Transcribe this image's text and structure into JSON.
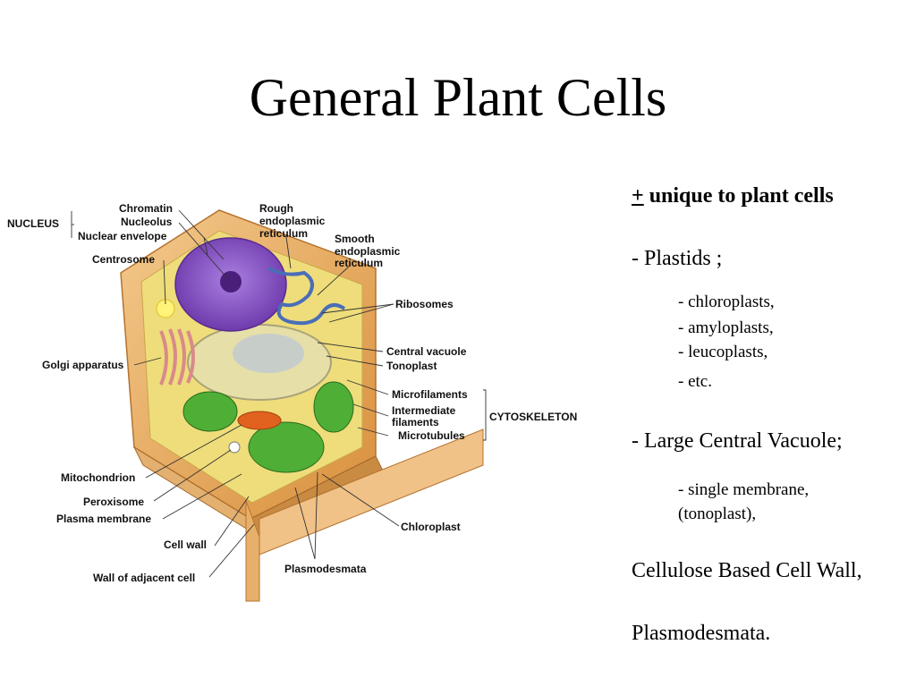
{
  "slide": {
    "title": "General Plant Cells"
  },
  "diagram_labels": {
    "nucleus": "NUCLEUS",
    "chromatin": "Chromatin",
    "nucleolus": "Nucleolus",
    "nuclear_envelope": "Nuclear envelope",
    "centrosome": "Centrosome",
    "rough_er": [
      "Rough",
      "endoplasmic",
      "reticulum"
    ],
    "smooth_er": [
      "Smooth",
      "endoplasmic",
      "reticulum"
    ],
    "ribosomes": "Ribosomes",
    "golgi": "Golgi apparatus",
    "central_vacuole": "Central vacuole",
    "tonoplast": "Tonoplast",
    "microfilaments": "Microfilaments",
    "intermediate": [
      "Intermediate",
      "filaments"
    ],
    "microtubules": "Microtubules",
    "cytoskeleton": "CYTOSKELETON",
    "mitochondrion": "Mitochondrion",
    "peroxisome": "Peroxisome",
    "plasma_membrane": "Plasma membrane",
    "chloroplast": "Chloroplast",
    "cell_wall": "Cell wall",
    "plasmodesmata": "Plasmodesmata",
    "wall_adjacent": "Wall of adjacent cell"
  },
  "notes": {
    "pm_symbol": "+",
    "heading": " unique to plant cells",
    "plastids": "- Plastids ;",
    "plastid_items": [
      "- chloroplasts,",
      "- amyloplasts,",
      "- leucoplasts,",
      "- etc."
    ],
    "vacuole": "- Large Central Vacuole;",
    "vacuole_items": [
      "- single membrane,",
      "(tonoplast),"
    ],
    "cell_wall": "Cellulose Based Cell Wall,",
    "plasmodesmata": "Plasmodesmata."
  },
  "colors": {
    "cell_wall": "#e8a95c",
    "cytoplasm": "#eedd7a",
    "nucleus": "#8a55c9",
    "vacuole": "#e6dfa8",
    "chloroplast": "#3f9e2e",
    "golgi": "#d98a8a",
    "mitochondrion": "#e0621e"
  }
}
